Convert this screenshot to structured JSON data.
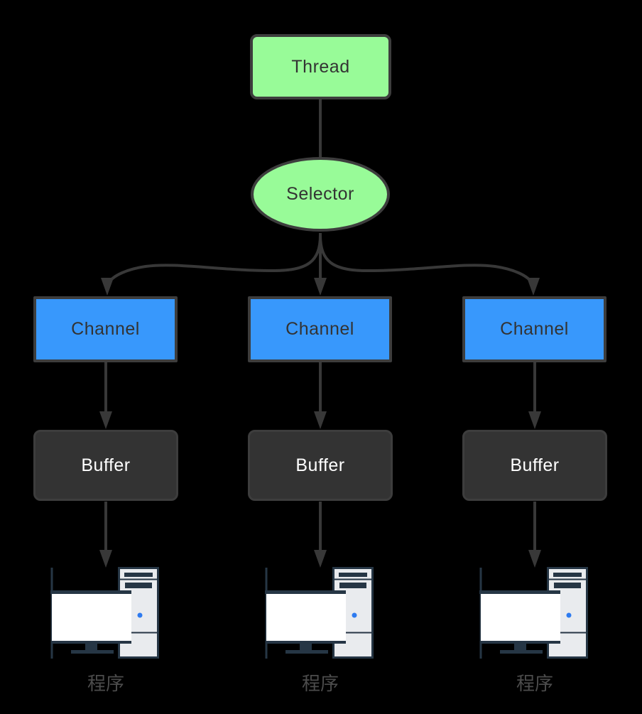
{
  "nodes": {
    "thread": {
      "label": "Thread"
    },
    "selector": {
      "label": "Selector"
    }
  },
  "columns": [
    {
      "channel_label": "Channel",
      "buffer_label": "Buffer",
      "program_label": "程序"
    },
    {
      "channel_label": "Channel",
      "buffer_label": "Buffer",
      "program_label": "程序"
    },
    {
      "channel_label": "Channel",
      "buffer_label": "Buffer",
      "program_label": "程序"
    }
  ],
  "icons": {
    "computer": "desktop-computer-icon"
  },
  "colors": {
    "background": "#000000",
    "node_green": "#98fb98",
    "node_blue": "#3898fc",
    "node_dark": "#333333",
    "stroke_dark": "#383838",
    "icon_navy": "#263645",
    "icon_body": "#e9ebee",
    "icon_dot_blue": "#2e7bf0",
    "label_gray": "#4c4c4c"
  }
}
